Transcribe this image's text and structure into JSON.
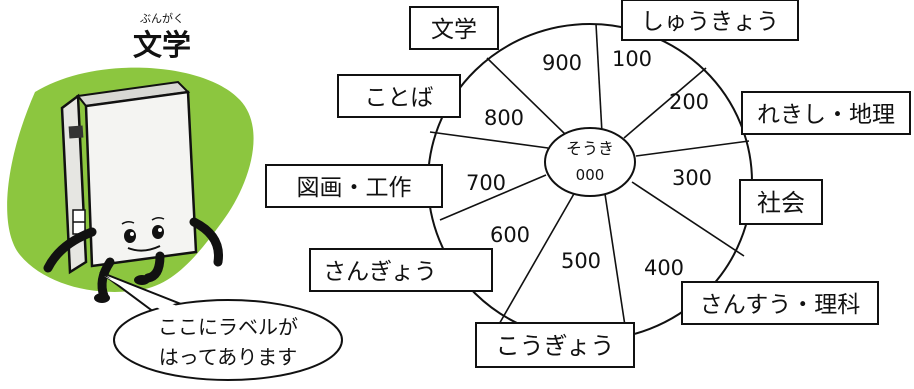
{
  "title": {
    "ruby": "ぶんがく",
    "text": "文学"
  },
  "wheel": {
    "center_label": "そうき",
    "center_number": "000",
    "numbers": [
      "100",
      "200",
      "300",
      "400",
      "500",
      "600",
      "700",
      "800",
      "900"
    ]
  },
  "category_labels": {
    "religion": "しゅうきょう",
    "history_geography": "れきし・地理",
    "society": "社会",
    "math_science": "さんすう・理科",
    "industry": "こうぎょう",
    "manufacturing": "さんぎょう",
    "arts_crafts": "図画・工作",
    "language": "ことば",
    "literature": "文学"
  },
  "speech_bubble": {
    "line1": "ここにラベルが",
    "line2": "はってあります"
  },
  "colors": {
    "blob_green": "#8cc63f",
    "book_cover": "#f4f4f2",
    "outline": "#111111"
  }
}
